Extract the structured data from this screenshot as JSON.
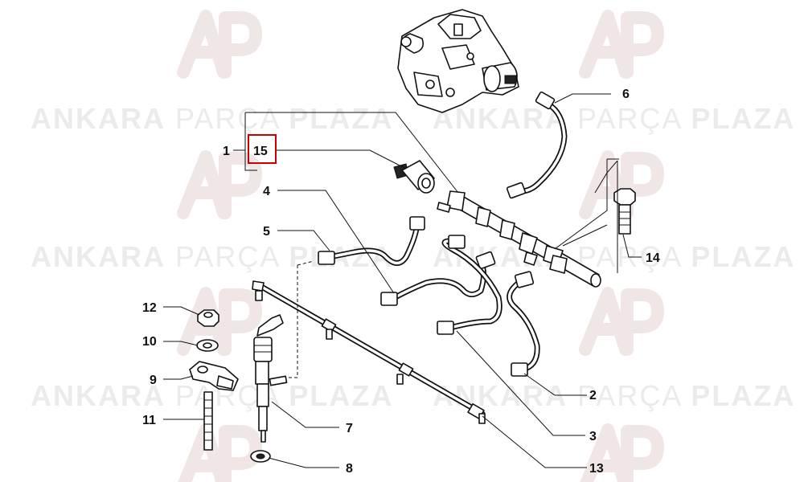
{
  "watermark": {
    "word1": "ANKARA",
    "word2": "PARÇA",
    "word3": "PLAZA"
  },
  "callouts": [
    {
      "id": "1",
      "label": "1"
    },
    {
      "id": "2",
      "label": "2"
    },
    {
      "id": "3",
      "label": "3"
    },
    {
      "id": "4",
      "label": "4"
    },
    {
      "id": "5",
      "label": "5"
    },
    {
      "id": "6",
      "label": "6"
    },
    {
      "id": "7",
      "label": "7"
    },
    {
      "id": "8",
      "label": "8"
    },
    {
      "id": "9",
      "label": "9"
    },
    {
      "id": "10",
      "label": "10"
    },
    {
      "id": "11",
      "label": "11"
    },
    {
      "id": "12",
      "label": "12"
    },
    {
      "id": "13",
      "label": "13"
    },
    {
      "id": "14",
      "label": "14"
    },
    {
      "id": "15",
      "label": "15"
    }
  ],
  "highlight": {
    "callout": "15",
    "color": "#cc0000"
  },
  "colors": {
    "watermark_text": "#ebebeb",
    "watermark_logo": "#f1e6e6",
    "line_art": "#111111"
  }
}
